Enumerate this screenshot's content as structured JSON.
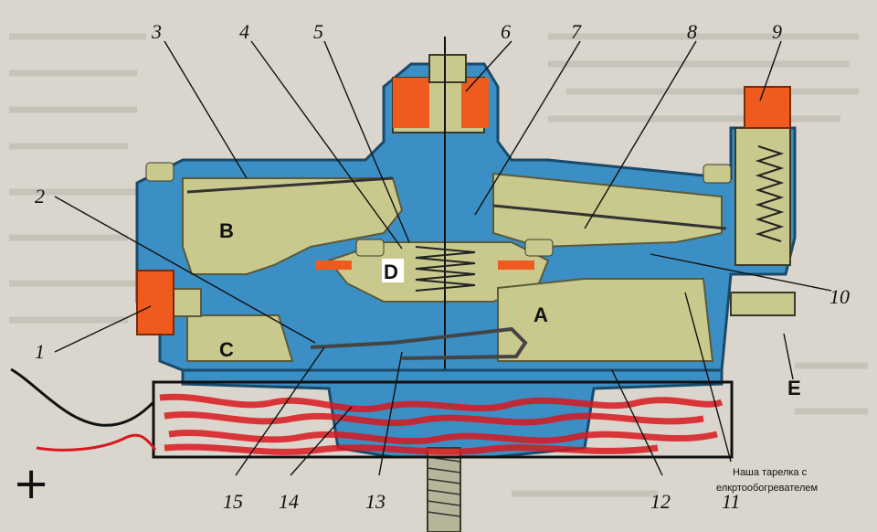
{
  "callouts": [
    "1",
    "2",
    "3",
    "4",
    "5",
    "6",
    "7",
    "8",
    "9",
    "10",
    "11",
    "12",
    "13",
    "14",
    "15"
  ],
  "zones": {
    "a": "A",
    "b": "B",
    "c": "C",
    "d": "D",
    "e": "E"
  },
  "annotation": {
    "line1": "Наша тарелка с",
    "line2": "елкртообогревателем",
    "plus": "+"
  },
  "colors": {
    "housing_blue": "#3b8fc4",
    "chamber_olive": "#c9c98e",
    "accent_orange": "#ef5a1f",
    "wire_red": "#d8191f",
    "wire_black": "#111111"
  }
}
